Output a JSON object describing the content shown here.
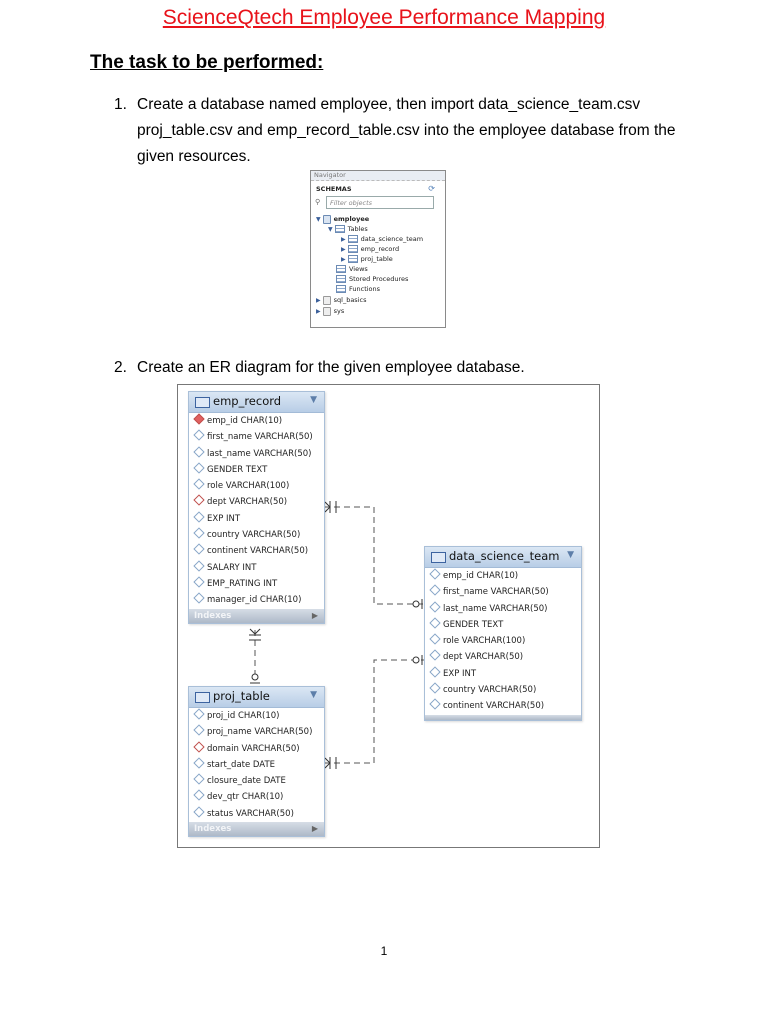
{
  "title": "ScienceQtech Employee Performance Mapping",
  "subtitle": "The task to be performed:",
  "tasks": [
    {
      "num": "1.",
      "text": "Create a database named employee, then import data_science_team.csv proj_table.csv and emp_record_table.csv into the employee database from the given resources."
    },
    {
      "num": "2.",
      "text": "Create an ER diagram for the given employee database."
    }
  ],
  "navigator": {
    "header": "Navigator",
    "schemas_label": "SCHEMAS",
    "filter_placeholder": "Filter objects",
    "tree": {
      "employee": "employee",
      "tables": "Tables",
      "table_items": [
        "data_science_team",
        "emp_record",
        "proj_table"
      ],
      "views": "Views",
      "stored_procedures": "Stored Procedures",
      "functions": "Functions",
      "other_schemas": [
        "sql_basics",
        "sys"
      ]
    }
  },
  "er_diagram": {
    "emp_record": {
      "name": "emp_record",
      "columns": [
        "emp_id CHAR(10)",
        "first_name VARCHAR(50)",
        "last_name VARCHAR(50)",
        "GENDER TEXT",
        "role VARCHAR(100)",
        "dept VARCHAR(50)",
        "EXP INT",
        "country VARCHAR(50)",
        "continent VARCHAR(50)",
        "SALARY INT",
        "EMP_RATING INT",
        "manager_id CHAR(10)"
      ],
      "indexes_label": "Indexes"
    },
    "data_science_team": {
      "name": "data_science_team",
      "columns": [
        "emp_id CHAR(10)",
        "first_name VARCHAR(50)",
        "last_name VARCHAR(50)",
        "GENDER TEXT",
        "role VARCHAR(100)",
        "dept VARCHAR(50)",
        "EXP INT",
        "country VARCHAR(50)",
        "continent VARCHAR(50)"
      ]
    },
    "proj_table": {
      "name": "proj_table",
      "columns": [
        "proj_id CHAR(10)",
        "proj_name VARCHAR(50)",
        "domain VARCHAR(50)",
        "start_date DATE",
        "closure_date DATE",
        "dev_qtr CHAR(10)",
        "status VARCHAR(50)"
      ],
      "indexes_label": "Indexes"
    }
  },
  "page_number": "1"
}
